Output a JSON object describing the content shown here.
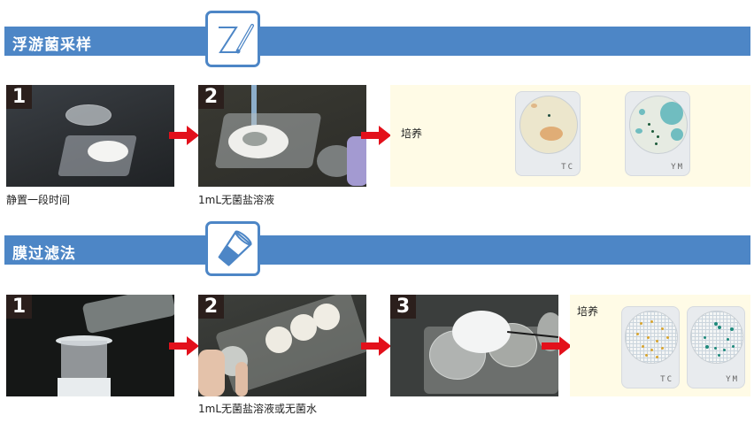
{
  "sections": [
    {
      "title": "浮游菌采样",
      "icon": "pen-draw-icon",
      "steps": [
        {
          "number": "1",
          "caption": "静置一段时间",
          "photo": "open-petri-dish-photo"
        },
        {
          "number": "2",
          "caption": "1mL无菌盐溶液",
          "photo": "pipette-dropping-solution-photo"
        }
      ],
      "result": {
        "label": "培养",
        "plates": [
          {
            "label": "TC",
            "colony_color": "#d99a5a"
          },
          {
            "label": "YM",
            "colony_color": "#2a9a96"
          }
        ]
      }
    },
    {
      "title": "膜过滤法",
      "icon": "tilted-beaker-icon",
      "steps": [
        {
          "number": "1",
          "caption": "",
          "photo": "pouring-into-filter-funnel-photo"
        },
        {
          "number": "2",
          "caption": "1mL无菌盐溶液或无菌水",
          "photo": "hand-holding-plate-tray-photo"
        },
        {
          "number": "3",
          "caption": "",
          "photo": "tweezers-placing-membrane-photo"
        }
      ],
      "result": {
        "label": "培养",
        "plates": [
          {
            "label": "TC",
            "colony_color": "#d9a530"
          },
          {
            "label": "YM",
            "colony_color": "#1f8a7c"
          }
        ]
      }
    }
  ],
  "colors": {
    "header_bar": "#4d86c6",
    "arrow": "#e3101b",
    "result_panel": "#fffbe6",
    "step_badge": "#2b1f1c"
  }
}
